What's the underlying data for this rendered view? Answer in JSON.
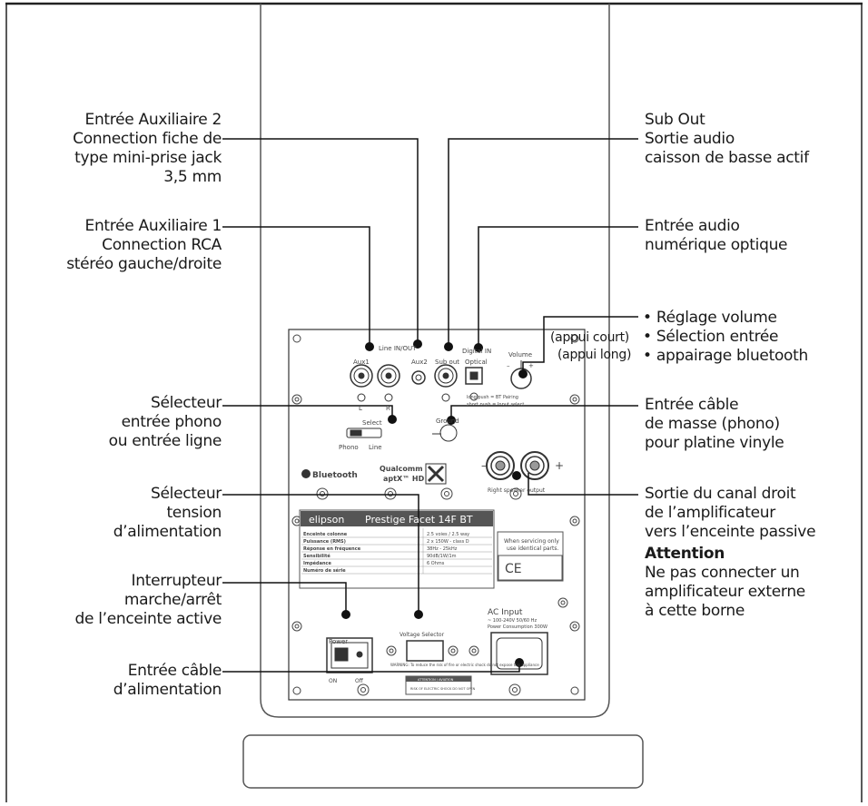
{
  "callouts_left": [
    {
      "id": "aux2",
      "lines": [
        "Entrée Auxiliaire 2",
        "Connection fiche de",
        "type mini-prise jack",
        "3,5 mm"
      ]
    },
    {
      "id": "aux1",
      "lines": [
        "Entrée Auxiliaire 1",
        "Connection RCA",
        "stéréo gauche/droite"
      ]
    },
    {
      "id": "phono",
      "lines": [
        "Sélecteur",
        "entrée phono",
        "ou entrée ligne"
      ]
    },
    {
      "id": "voltage",
      "lines": [
        "Sélecteur",
        "tension",
        "d’alimentation"
      ]
    },
    {
      "id": "power",
      "lines": [
        "Interrupteur",
        "marche/arrêt",
        "de l’enceinte active"
      ]
    },
    {
      "id": "ac",
      "lines": [
        "Entrée câble",
        "d’alimentation"
      ]
    }
  ],
  "callouts_right": [
    {
      "id": "subout",
      "lines": [
        "Sub Out",
        "Sortie audio",
        "caisson de basse actif"
      ]
    },
    {
      "id": "optical",
      "lines": [
        "Entrée audio",
        "numérique optique"
      ]
    },
    {
      "id": "volume",
      "lines": [
        "• Réglage volume",
        "• Sélection entrée",
        "• appairage bluetooth"
      ]
    },
    {
      "id": "ground",
      "lines": [
        "Entrée câble",
        "de masse (phono)",
        "pour platine vinyle"
      ]
    },
    {
      "id": "speakerout",
      "lines": [
        "Sortie du canal droit",
        "de l’amplificateur",
        "vers l’enceinte passive"
      ]
    }
  ],
  "volume_notes": [
    "(appui court)",
    "(appui long)"
  ],
  "attention": {
    "title": "Attention",
    "lines": [
      "Ne pas connecter un",
      "amplificateur externe",
      "à cette borne"
    ]
  },
  "panel": {
    "line_in": "Line IN/OUT",
    "aux1": "Aux1",
    "aux2": "Aux2",
    "sub_out": "Sub out",
    "digital_in": "Digital IN",
    "optical": "Optical",
    "volume": "Volume",
    "minus": "–",
    "plus": "+",
    "l": "L",
    "r": "R",
    "pairing": "long push = BT Pairing",
    "pairing2": "short push = Input select",
    "select": "Select",
    "phono": "Phono",
    "line": "Line",
    "ground": "Ground",
    "bluetooth": "Bluetooth",
    "qualcomm": "Qualcomm",
    "aptx": "aptX™ HD",
    "speaker_out": "Right speaker output",
    "brand": "elipson",
    "model": "Prestige Facet 14F BT",
    "specs": [
      {
        "k": "Enceinte colonne",
        "v": "2.5 voies / 2.5 way"
      },
      {
        "k": "Puissance (RMS)",
        "v": "2 x 150W - class D"
      },
      {
        "k": "Réponse en fréquence",
        "v": "38Hz - 25kHz"
      },
      {
        "k": "Sensibilité",
        "v": "90dB/1W/1m"
      },
      {
        "k": "Impédance",
        "v": "6 Ohms"
      },
      {
        "k": "Numéro de série",
        "v": ""
      }
    ],
    "servicing": [
      "When servicing only",
      "use identical parts."
    ],
    "ce": "CE",
    "ac_input": "AC Input",
    "ac_spec1": "~ 100-240V 50/60 Hz",
    "ac_spec2": "Power Consumption 300W",
    "power": "Power",
    "voltage_selector": "Voltage Selector",
    "on": "ON",
    "off": "Off",
    "warning": "WARNING: To reduce the risk of fire or electric shock do not expose this appliance",
    "attention_box": "ATTENTION / AVIATION",
    "risk": "RISK OF ELECTRIC SHOCK DO NOT OPEN"
  }
}
